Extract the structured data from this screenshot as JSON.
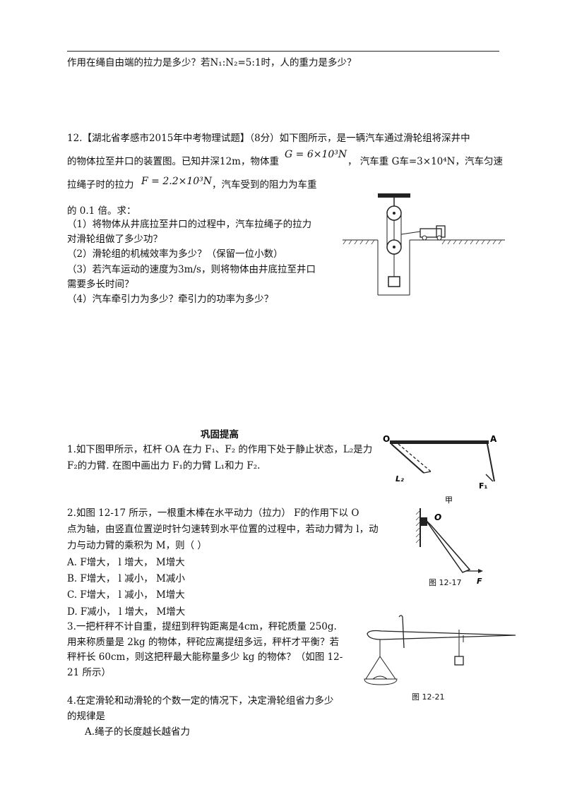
{
  "intro_line": "作用在绳自由端的拉力是多少？若N₁:N₂=5:1时，人的重力是多少？",
  "q12": {
    "line1": "12.【湖北省孝感市2015年中考物理试题】（8分）如下图所示，是一辆汽车通过滑轮组将深井中",
    "line2_a": "的物体拉至井口的装置图。已知井深12m，物体重",
    "line2_formula": "G = 6×10³N",
    "line2_b": "，  汽车重 G车=3×10⁴N，汽车匀速",
    "line3_a": "拉绳子时的拉力",
    "line3_formula": "F = 2.2×10³N",
    "line3_b": "，汽车受到的阻力为车重",
    "line4": "的 0.1 倍。求：",
    "sub1a": "（1）将物体从井底拉至井口的过程中，汽车拉绳子的拉力",
    "sub1b": "对滑轮组做了多少功？",
    "sub2": "（2）滑轮组的机械效率为多少？（保留一位小数）",
    "sub3a": "（3）若汽车运动的速度为3m/s，则将物体由井底拉至井口",
    "sub3b": "需要多长时间？",
    "sub4": "（4）汽车牵引力为多少？牵引力的功率为多少？"
  },
  "section_title": "巩固提高",
  "p1": {
    "line1": "1.如下图甲所示，杠杆 OA 在力 F₁、F₂ 的作用下处于静止状态，L₂是力",
    "line2": "F₂的力臂. 在图中画出力 F₁的力臂 L₁和力 F₂.",
    "fig_labels": {
      "o": "O",
      "a": "A",
      "l2": "L₂",
      "f1": "F₁",
      "caption": "甲"
    }
  },
  "p2": {
    "line1": "2.如图 12-17 所示，一根重木棒在水平动力（拉力） F的作用下以  O",
    "line2": "点为轴，由竖直位置逆时针匀速转到水平位置的过程中，若动力臂为 l，动",
    "line3": "力与动力臂的乘积为  M，则（    ）",
    "options": [
      "A.   F增大，  l 增大，  M增大",
      "B.   F增大，  l 减小，  M减小",
      "C.   F增大，  l 减小，  M增大",
      "D.   F减小，  l 增大，  M增大"
    ],
    "fig_labels": {
      "o": "O",
      "f": "F",
      "caption": "图 12-17"
    }
  },
  "p3": {
    "line1": "3.一把杆秤不计自重，提纽到秤钩距离是4cm，秤砣质量 250g.",
    "line2": "用来称质量是 2kg 的物体，秤砣应离提纽多远，秤杆才平衡？若",
    "line3": "秤杆长 60cm，则这把秤最大能称量多少 kg 的物体？（如图 12-",
    "line4": "21 所示）",
    "fig_caption": "图 12-21"
  },
  "p4": {
    "line1": "4.在定滑轮和动滑轮的个数一定的情况下，决定滑轮组省力多少",
    "line2": "的规律是",
    "optionA": "A.绳子的长度越长越省力"
  }
}
